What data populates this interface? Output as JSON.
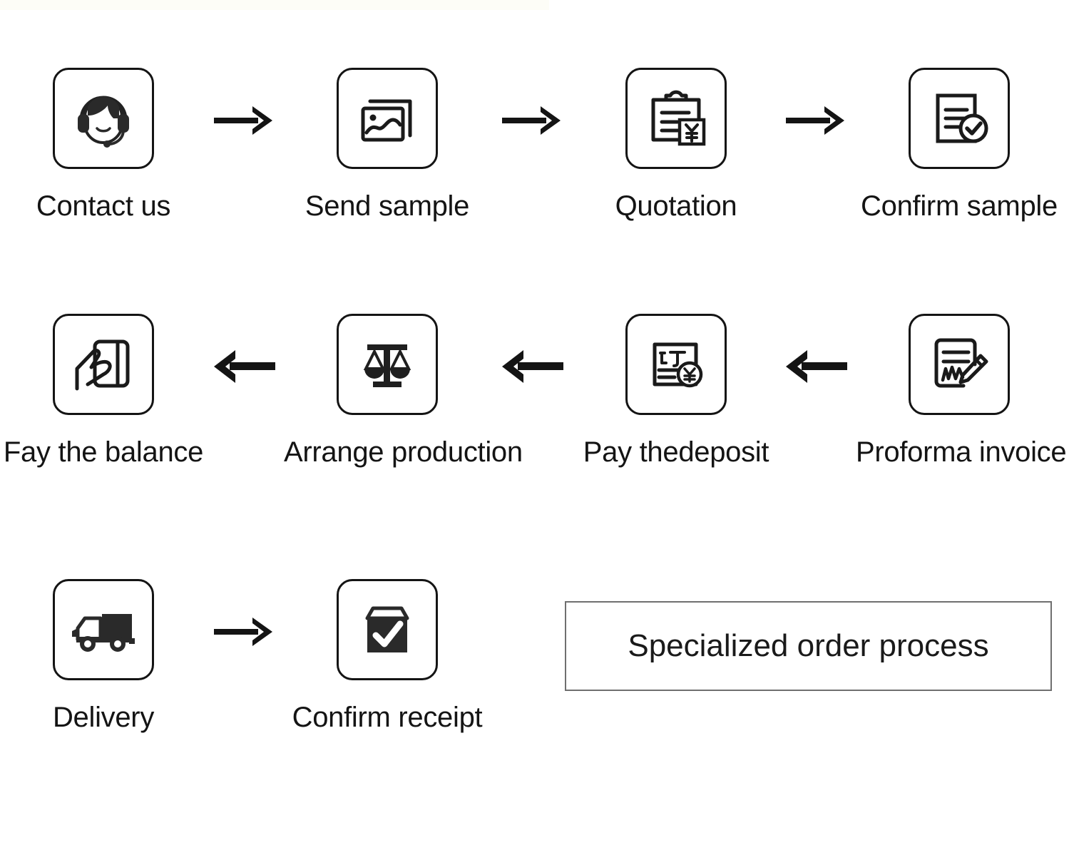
{
  "diagram": {
    "title": "Specialized order process",
    "colors": {
      "ink": "#141414",
      "banner_border": "#6f6f6f",
      "background": "#ffffff"
    },
    "rows": [
      {
        "id": "row-1",
        "direction": "left-to-right",
        "arrow_icon": "arrow-right-icon",
        "steps": [
          {
            "label": "Contact us",
            "icon": "headset-support-agent-icon"
          },
          {
            "label": "Send sample",
            "icon": "photo-stack-icon"
          },
          {
            "label": "Quotation",
            "icon": "clipboard-yen-icon"
          },
          {
            "label": "Confirm sample",
            "icon": "document-check-icon"
          }
        ]
      },
      {
        "id": "row-2",
        "direction": "right-to-left",
        "arrow_icon": "arrow-left-icon",
        "steps": [
          {
            "label": "Fay the balance",
            "icon": "hand-holding-card-icon"
          },
          {
            "label": "Arrange production",
            "icon": "balance-scale-icon"
          },
          {
            "label": "Pay thedeposit",
            "icon": "order-yen-document-icon"
          },
          {
            "label": "Proforma invoice",
            "icon": "signed-document-pencil-icon"
          }
        ]
      },
      {
        "id": "row-3",
        "direction": "left-to-right",
        "arrow_icon": "arrow-right-icon",
        "steps": [
          {
            "label": "Delivery",
            "icon": "delivery-truck-icon"
          },
          {
            "label": "Confirm receipt",
            "icon": "box-check-icon"
          }
        ]
      }
    ],
    "banner": {
      "text": "Specialized order process"
    }
  }
}
